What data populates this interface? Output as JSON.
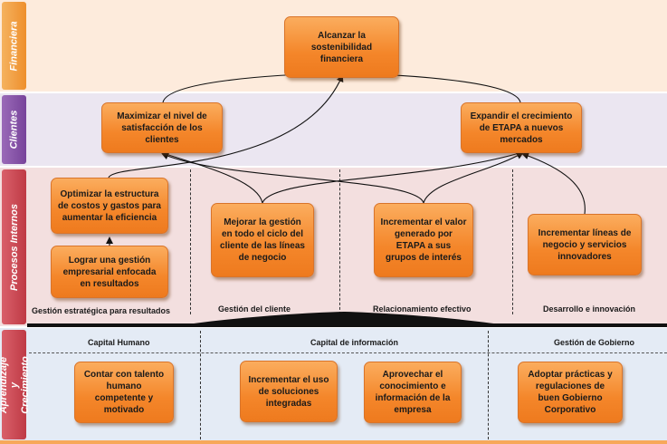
{
  "perspectives": {
    "financiera": "Financiera",
    "clientes": "Clientes",
    "procesos": "Procesos Internos",
    "aprendizaje": "Aprendizaje y Crecimiento"
  },
  "objectives": {
    "sostenibilidad": "Alcanzar la sostenibilidad financiera",
    "satisfaccion": "Maximizar el nivel de satisfacción de los clientes",
    "crecimiento": "Expandir el crecimiento de ETAPA a nuevos mercados",
    "costos": "Optimizar la estructura de costos y gastos para aumentar la eficiencia",
    "gestion_resultados": "Lograr una gestión empresarial enfocada en resultados",
    "gestion_cliente": "Mejorar la gestión en todo el ciclo del cliente de las líneas de negocio",
    "valor": "Incrementar el valor generado por ETAPA a sus grupos de interés",
    "lineas_negocio": "Incrementar líneas de negocio y servicios innovadores",
    "talento": "Contar con talento humano competente y motivado",
    "soluciones": "Incrementar el uso de soluciones integradas",
    "conocimiento": "Aprovechar el conocimiento e información de la empresa",
    "gobierno": "Adoptar prácticas y regulaciones de buen Gobierno Corporativo"
  },
  "process_labels": {
    "estrategica": "Gestión estratégica para resultados",
    "cliente": "Gestión del cliente",
    "relacionamiento": "Relacionamiento efectivo",
    "desarrollo": "Desarrollo e innovación"
  },
  "learning_labels": {
    "capital_humano": "Capital Humano",
    "capital_informacion": "Capital de información",
    "gobierno": "Gestión de Gobierno"
  },
  "colors": {
    "box_fill": "#f4862a",
    "financiera_tab": "#ee8f2c",
    "clientes_tab": "#77439a",
    "procesos_tab": "#bf3a45",
    "aprendizaje_tab": "#bf3a45"
  }
}
